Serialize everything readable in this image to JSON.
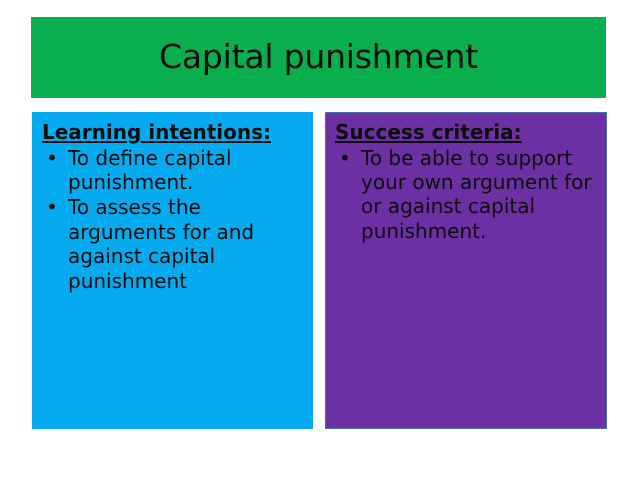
{
  "slide": {
    "title": "Capital punishment",
    "background_color": "#ffffff",
    "title_banner_color": "#0BAE4C",
    "title_text_color": "#0d0d0d",
    "columns": [
      {
        "name": "learning-intentions",
        "heading": "Learning intentions:",
        "background_color": "#06AAEE",
        "text_color": "#0d0d0d",
        "bullet_glyph": "•",
        "bullets": [
          "To define capital punishment.",
          "To assess the arguments for and against capital punishment"
        ]
      },
      {
        "name": "success-criteria",
        "heading": "Success criteria:",
        "background_color": "#6C2FA4",
        "border_color": "#4472A4",
        "text_color": "#0d0d0d",
        "bullet_glyph": "•",
        "bullets": [
          "To be able to support your own argument for or against capital punishment."
        ]
      }
    ]
  }
}
